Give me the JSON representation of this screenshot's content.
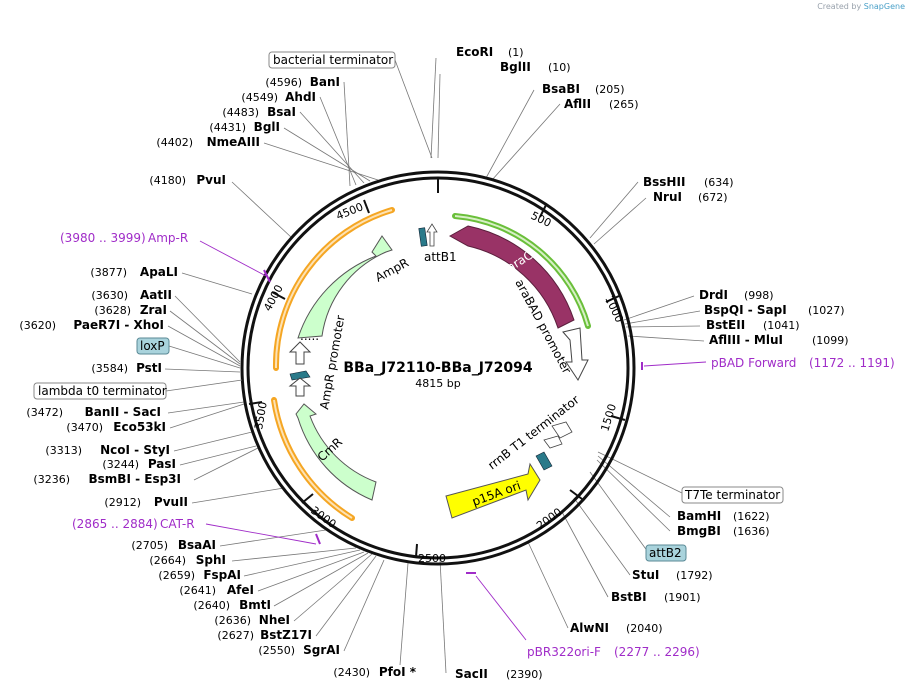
{
  "credit": {
    "prefix": "Created by",
    "brand": "SnapGene"
  },
  "plasmid": {
    "name": "BBa_J72110-BBa_J72094",
    "size": "4815 bp",
    "length": 4815
  },
  "ticks": [
    "500",
    "1000",
    "1500",
    "2000",
    "2500",
    "3000",
    "3500",
    "4000",
    "4500"
  ],
  "features": [
    {
      "name": "araC",
      "color": "#993366"
    },
    {
      "name": "araBAD promoter",
      "color": "#ffffff"
    },
    {
      "name": "AmpR",
      "color": "#ccffcc"
    },
    {
      "name": "AmpR promoter",
      "color": "#ffffff"
    },
    {
      "name": "CmR",
      "color": "#ccffcc"
    },
    {
      "name": "p15A ori",
      "color": "#ffff00"
    },
    {
      "name": "rrnB T1 terminator",
      "color": "#ffffff"
    },
    {
      "name": "attB1",
      "color": "#2a7a8a"
    }
  ],
  "left_labels": [
    {
      "name": "BanI",
      "pos": "(4596)"
    },
    {
      "name": "AhdI",
      "pos": "(4549)"
    },
    {
      "name": "BsaI",
      "pos": "(4483)"
    },
    {
      "name": "BglI",
      "pos": "(4431)"
    },
    {
      "name": "NmeAIII",
      "pos": "(4402)"
    },
    {
      "name": "PvuI",
      "pos": "(4180)"
    },
    {
      "name": "ApaLI",
      "pos": "(3877)"
    },
    {
      "name": "AatII",
      "pos": "(3630)"
    },
    {
      "name": "ZraI",
      "pos": "(3628)"
    },
    {
      "name": "PaeR7I  -  XhoI",
      "pos": "(3620)"
    },
    {
      "name": "PstI",
      "pos": "(3584)"
    },
    {
      "name": "BanII  -  SacI",
      "pos": "(3472)"
    },
    {
      "name": "Eco53kI",
      "pos": "(3470)"
    },
    {
      "name": "NcoI  -  StyI",
      "pos": "(3313)"
    },
    {
      "name": "PasI",
      "pos": "(3244)"
    },
    {
      "name": "BsmBI  -  Esp3I",
      "pos": "(3236)"
    },
    {
      "name": "PvuII",
      "pos": "(2912)"
    },
    {
      "name": "BsaAI",
      "pos": "(2705)"
    },
    {
      "name": "SphI",
      "pos": "(2664)"
    },
    {
      "name": "FspAI",
      "pos": "(2659)"
    },
    {
      "name": "AfeI",
      "pos": "(2641)"
    },
    {
      "name": "BmtI",
      "pos": "(2640)"
    },
    {
      "name": "NheI",
      "pos": "(2636)"
    },
    {
      "name": "BstZ17I",
      "pos": "(2627)"
    },
    {
      "name": "SgrAI",
      "pos": "(2550)"
    },
    {
      "name": "PfoI *",
      "pos": "(2430)"
    }
  ],
  "right_labels": [
    {
      "name": "EcoRI",
      "pos": "(1)"
    },
    {
      "name": "BglII",
      "pos": "(10)"
    },
    {
      "name": "BsaBI",
      "pos": "(205)"
    },
    {
      "name": "AflII",
      "pos": "(265)"
    },
    {
      "name": "BssHII",
      "pos": "(634)"
    },
    {
      "name": "NruI",
      "pos": "(672)"
    },
    {
      "name": "DrdI",
      "pos": "(998)"
    },
    {
      "name": "BspQI  -  SapI",
      "pos": "(1027)"
    },
    {
      "name": "BstEII",
      "pos": "(1041)"
    },
    {
      "name": "AflIII  -  MluI",
      "pos": "(1099)"
    },
    {
      "name": "BamHI",
      "pos": "(1622)"
    },
    {
      "name": "BmgBI",
      "pos": "(1636)"
    },
    {
      "name": "StuI",
      "pos": "(1792)"
    },
    {
      "name": "BstBI",
      "pos": "(1901)"
    },
    {
      "name": "AlwNI",
      "pos": "(2040)"
    },
    {
      "name": "SacII",
      "pos": "(2390)"
    }
  ],
  "primers": [
    {
      "name": "Amp-R",
      "range": "(3980 .. 3999)"
    },
    {
      "name": "pBAD Forward",
      "range": "(1172 .. 1191)"
    },
    {
      "name": "CAT-R",
      "range": "(2865 .. 2884)"
    },
    {
      "name": "pBR322ori-F",
      "range": "(2277 .. 2296)"
    }
  ],
  "boxed": [
    "bacterial terminator",
    "loxP",
    "lambda t0 terminator",
    "T7Te terminator",
    "attB2"
  ],
  "colors": {
    "primer": "#a02cc8",
    "orange_arc": "#f5a623",
    "green_arc": "#6abf3a",
    "box_fill_blue": "#a9d3dc"
  }
}
